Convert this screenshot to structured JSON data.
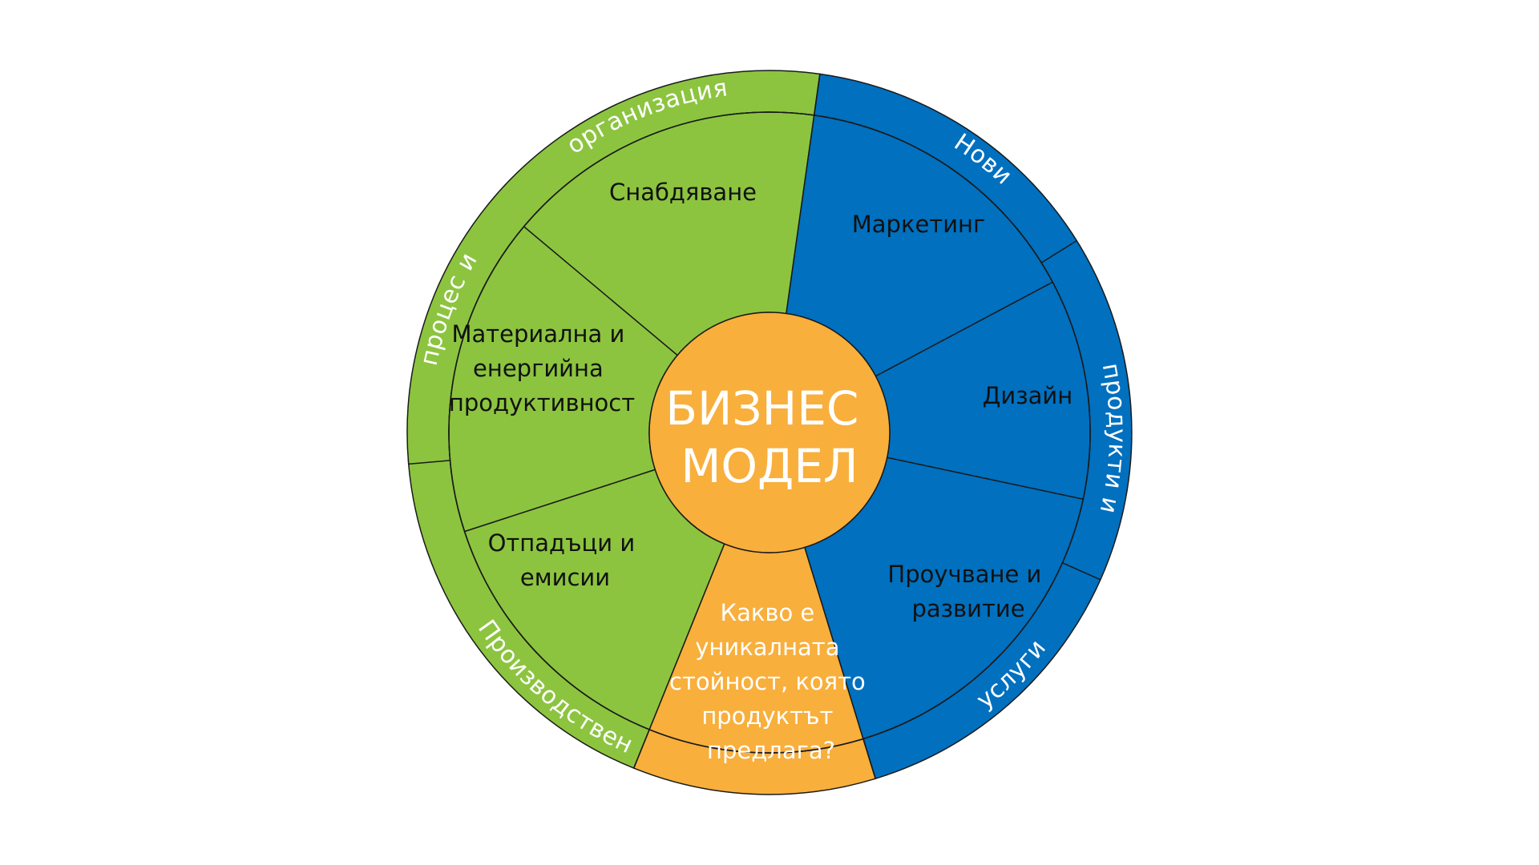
{
  "center": {
    "lines": [
      "БИЗНЕС",
      "МОДЕЛ"
    ]
  },
  "segments": {
    "supply": {
      "lines": [
        "Снабдяване"
      ]
    },
    "material": {
      "lines": [
        "Материална и",
        "енергийна",
        "продуктивност"
      ]
    },
    "waste": {
      "lines": [
        "Отпадъци и",
        "емисии"
      ]
    },
    "value": {
      "lines": [
        "Какво е",
        "уникалната",
        "стойност, която",
        "продуктът",
        "предлага?"
      ]
    },
    "research": {
      "lines": [
        "Проучване и",
        "развитие"
      ]
    },
    "design": {
      "lines": [
        "Дизайн"
      ]
    },
    "marketing": {
      "lines": [
        "Маркетинг"
      ]
    }
  },
  "ring": {
    "production_1": "Производствен",
    "production_2": "процес и",
    "production_3": "организация",
    "products_1": "Нови",
    "products_2": "продукти и",
    "products_3": "услуги"
  },
  "colors": {
    "green": "#8cc43f",
    "blue": "#0070bf",
    "orange": "#f8af3c",
    "outline": "#1a1a1a"
  }
}
